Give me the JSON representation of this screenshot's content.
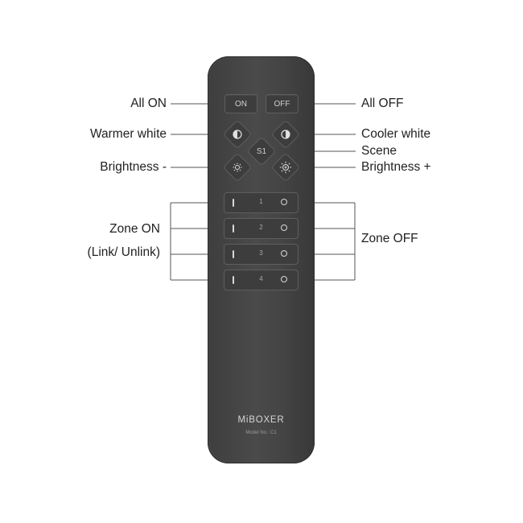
{
  "labels": {
    "all_on": "All ON",
    "all_off": "All OFF",
    "warmer_white": "Warmer white",
    "cooler_white": "Cooler white",
    "scene": "Scene",
    "brightness_minus": "Brightness -",
    "brightness_plus": "Brightness +",
    "zone_on": "Zone ON",
    "link_unlink": "(Link/ Unlink)",
    "zone_off": "Zone OFF"
  },
  "remote": {
    "on_button": "ON",
    "off_button": "OFF",
    "scene_button": "S1",
    "zones": [
      "1",
      "2",
      "3",
      "4"
    ],
    "brand": "MiBOXER",
    "model": "Model No.: C1"
  },
  "colors": {
    "remote_body": "#444444",
    "button_border": "#5e5e5e",
    "line": "#555555"
  }
}
